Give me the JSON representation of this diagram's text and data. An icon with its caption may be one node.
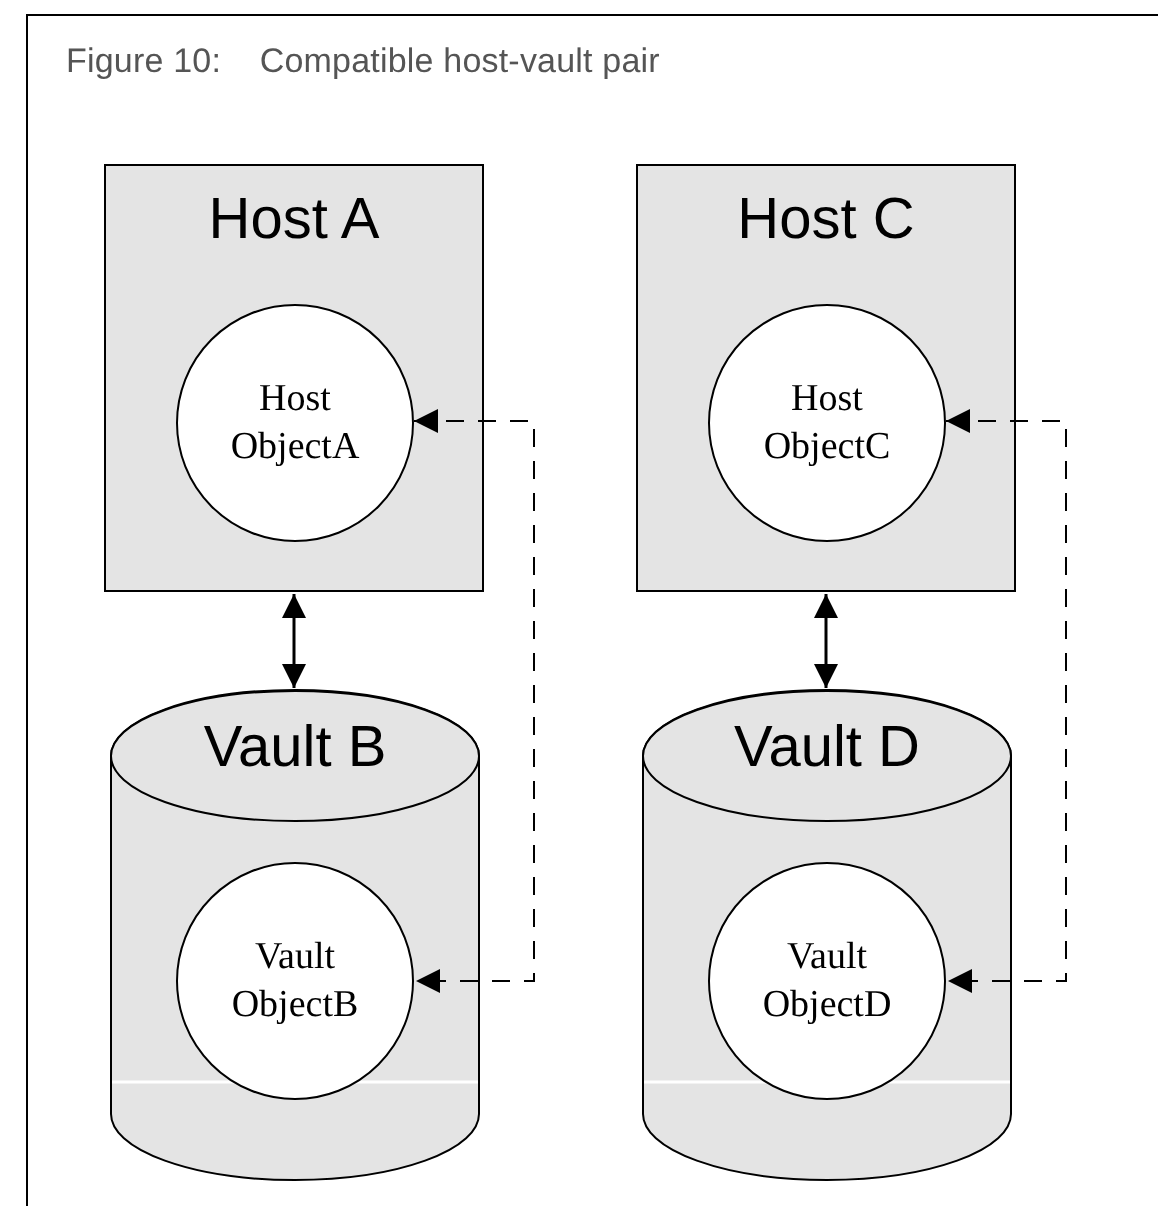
{
  "diagram": {
    "title": "Figure 10:    Compatible host-vault pair",
    "nodes": [
      {
        "text": [
          "Host A"
        ]
      },
      {
        "text": [
          "Host ObjectA"
        ],
        "in": 0
      },
      {
        "text": [
          "Vault B"
        ]
      },
      {
        "text": [
          "Vault ObjectB"
        ],
        "in": 2
      },
      {
        "text": [
          "Host C"
        ]
      },
      {
        "text": [
          "Host ObjectC"
        ],
        "in": 4
      },
      {
        "text": [
          "Vault D"
        ]
      },
      {
        "text": [
          "Vault ObjectD"
        ],
        "in": 6
      }
    ],
    "edges": [
      {
        "from": 0,
        "to": 2,
        "arrow": "both"
      },
      {
        "from": 1,
        "to": 3,
        "arrow": "both",
        "style": "dashed"
      },
      {
        "from": 4,
        "to": 6,
        "arrow": "both"
      },
      {
        "from": 5,
        "to": 7,
        "arrow": "both",
        "style": "dashed"
      }
    ]
  }
}
